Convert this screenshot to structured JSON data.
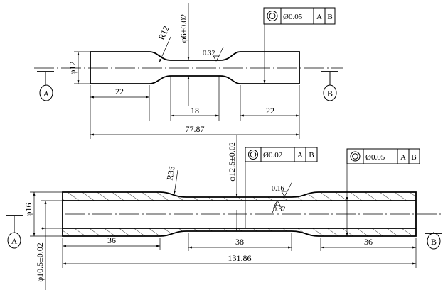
{
  "top_drawing": {
    "diameter_end": "φ12",
    "diameter_neck": "φ6±0.02",
    "radius": "R12",
    "roughness": "0.32",
    "dim_left": "22",
    "dim_center": "18",
    "dim_right": "22",
    "dim_total": "77.87",
    "datum_left": "A",
    "datum_right": "B",
    "fcf": {
      "tolerance": "Ø0.05",
      "datum1": "A",
      "datum2": "B"
    }
  },
  "bottom_drawing": {
    "diameter_outer": "φ16",
    "diameter_bore": "φ10.5±0.02",
    "diameter_neck": "φ12.5±0.02",
    "radius": "R35",
    "roughness_outer": "0.16",
    "roughness_inner": "0.32",
    "dim_left": "36",
    "dim_center": "38",
    "dim_right": "36",
    "dim_total": "131.86",
    "datum_left": "A",
    "datum_right": "B",
    "fcf_neck": {
      "tolerance": "Ø0.02",
      "datum1": "A",
      "datum2": "B"
    },
    "fcf_end": {
      "tolerance": "Ø0.05",
      "datum1": "A",
      "datum2": "B"
    }
  }
}
